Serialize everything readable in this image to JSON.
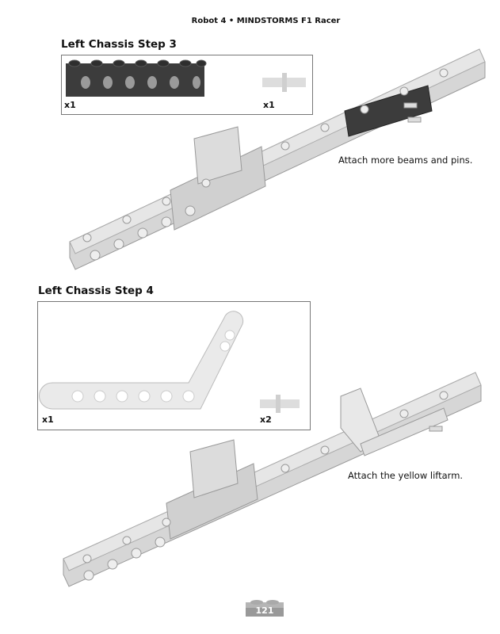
{
  "header": "Robot 4 • MINDSTORMS F1 Racer",
  "steps": [
    {
      "title": "Left Chassis Step 3",
      "parts": [
        {
          "qty": "x1",
          "name": "dark-gray-beam-8"
        },
        {
          "qty": "x1",
          "name": "connector-pin"
        }
      ],
      "caption": "Attach more beams and pins."
    },
    {
      "title": "Left Chassis Step 4",
      "parts": [
        {
          "qty": "x1",
          "name": "bent-liftarm"
        },
        {
          "qty": "x2",
          "name": "connector-pin"
        }
      ],
      "caption": "Attach the yellow liftarm."
    }
  ],
  "page_number": "121",
  "colors": {
    "light_brick": "#d8d8d8",
    "dark_brick": "#3c3c3c",
    "border": "#777777"
  }
}
